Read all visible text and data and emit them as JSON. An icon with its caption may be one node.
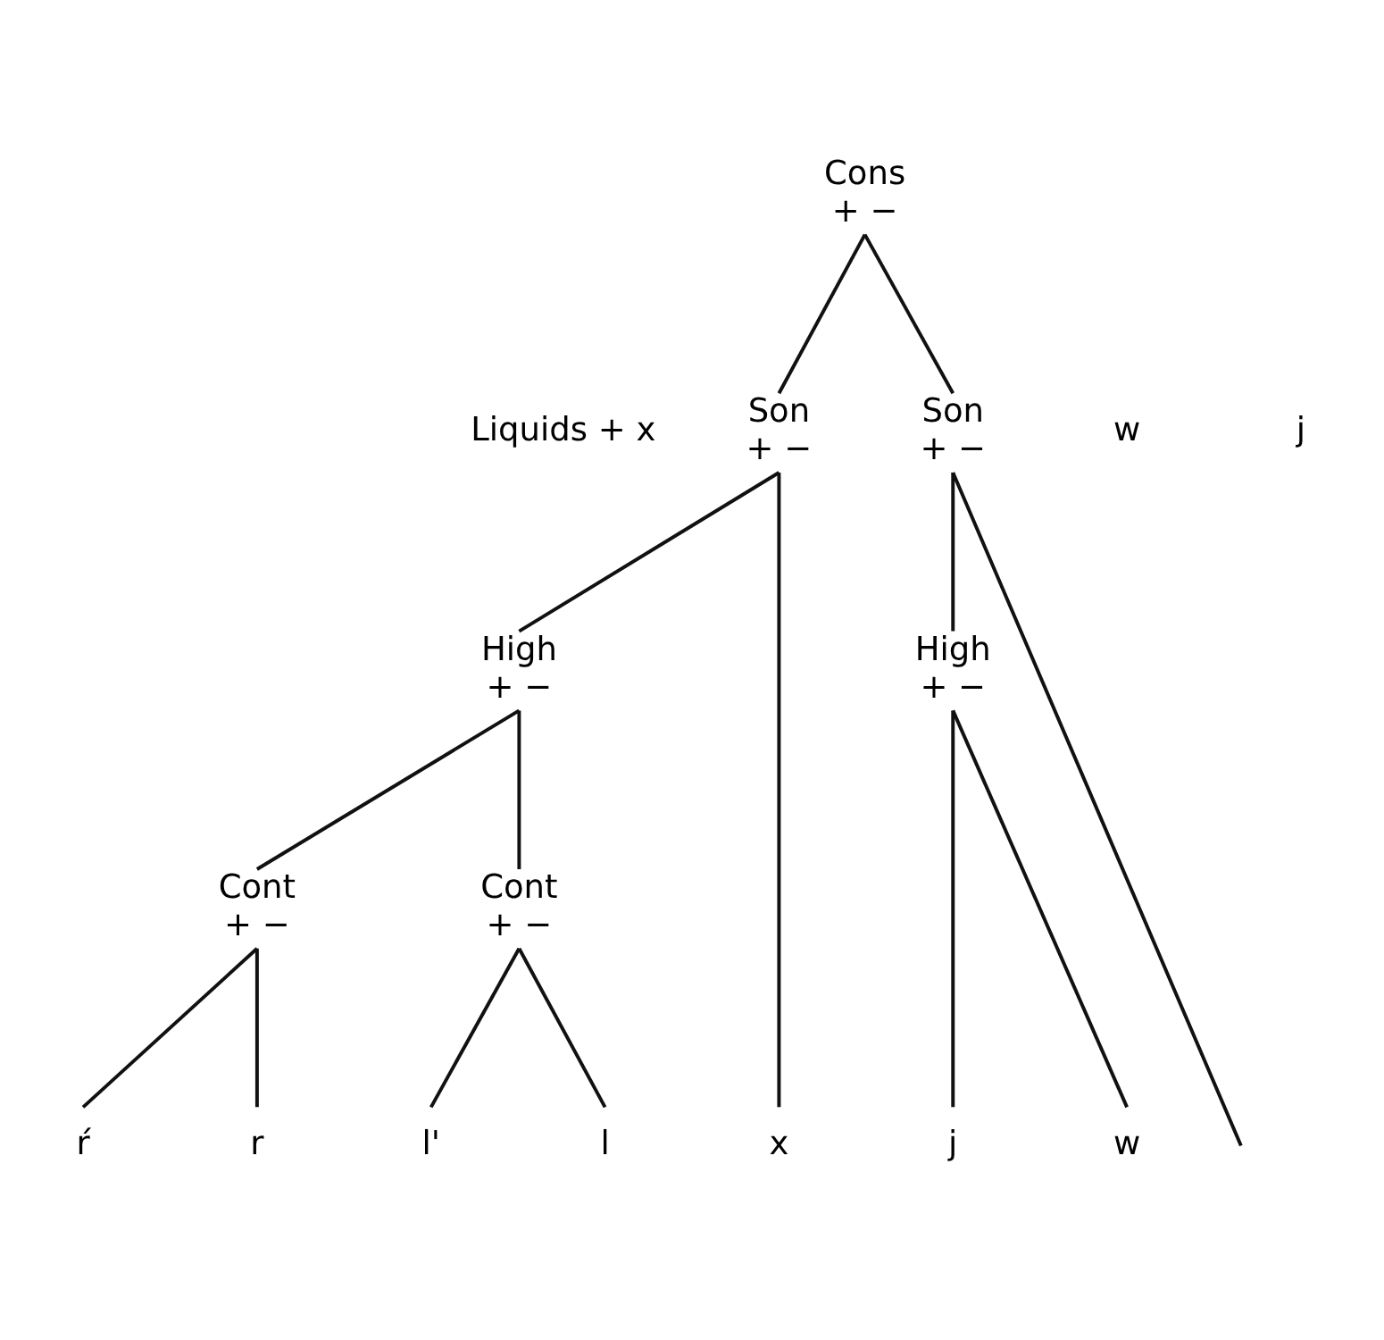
{
  "diagram": {
    "nodes": [
      {
        "text": [
          "Cons",
          "+ −"
        ]
      },
      {
        "text": [
          "Son",
          "+ −"
        ]
      },
      {
        "text": [
          "Son",
          "+ −"
        ]
      },
      {
        "text": [
          "High",
          "+ −"
        ]
      },
      {
        "text": [
          "High",
          "+ −"
        ]
      },
      {
        "text": [
          "Cont",
          "+ −"
        ]
      },
      {
        "text": [
          "Cont",
          "+ −"
        ]
      },
      {
        "text": [
          "ŕ"
        ]
      },
      {
        "text": [
          "r"
        ]
      },
      {
        "text": [
          "l'"
        ]
      },
      {
        "text": [
          "l"
        ]
      },
      {
        "text": [
          "x"
        ]
      },
      {
        "text": [
          "j"
        ]
      },
      {
        "text": [
          "w"
        ]
      }
    ],
    "edges": [
      {
        "from": 0,
        "to": 1,
        "arrow": "none"
      },
      {
        "from": 0,
        "to": 2,
        "arrow": "none"
      },
      {
        "from": 1,
        "to": 3,
        "arrow": "none"
      },
      {
        "from": 1,
        "to": 11,
        "arrow": "none"
      },
      {
        "from": 2,
        "to": 4,
        "arrow": "none"
      },
      {
        "from": 2,
        "to": null,
        "arrow": "none"
      },
      {
        "from": 3,
        "to": 5,
        "arrow": "none"
      },
      {
        "from": 3,
        "to": 6,
        "arrow": "none"
      },
      {
        "from": 4,
        "to": 12,
        "arrow": "none"
      },
      {
        "from": 4,
        "to": 13,
        "arrow": "none"
      },
      {
        "from": 5,
        "to": 7,
        "arrow": "none"
      },
      {
        "from": 5,
        "to": 8,
        "arrow": "none"
      },
      {
        "from": 6,
        "to": 9,
        "arrow": "none"
      },
      {
        "from": 6,
        "to": 10,
        "arrow": "none"
      }
    ],
    "labels": [
      "Liquids + x",
      "w",
      "j"
    ]
  }
}
